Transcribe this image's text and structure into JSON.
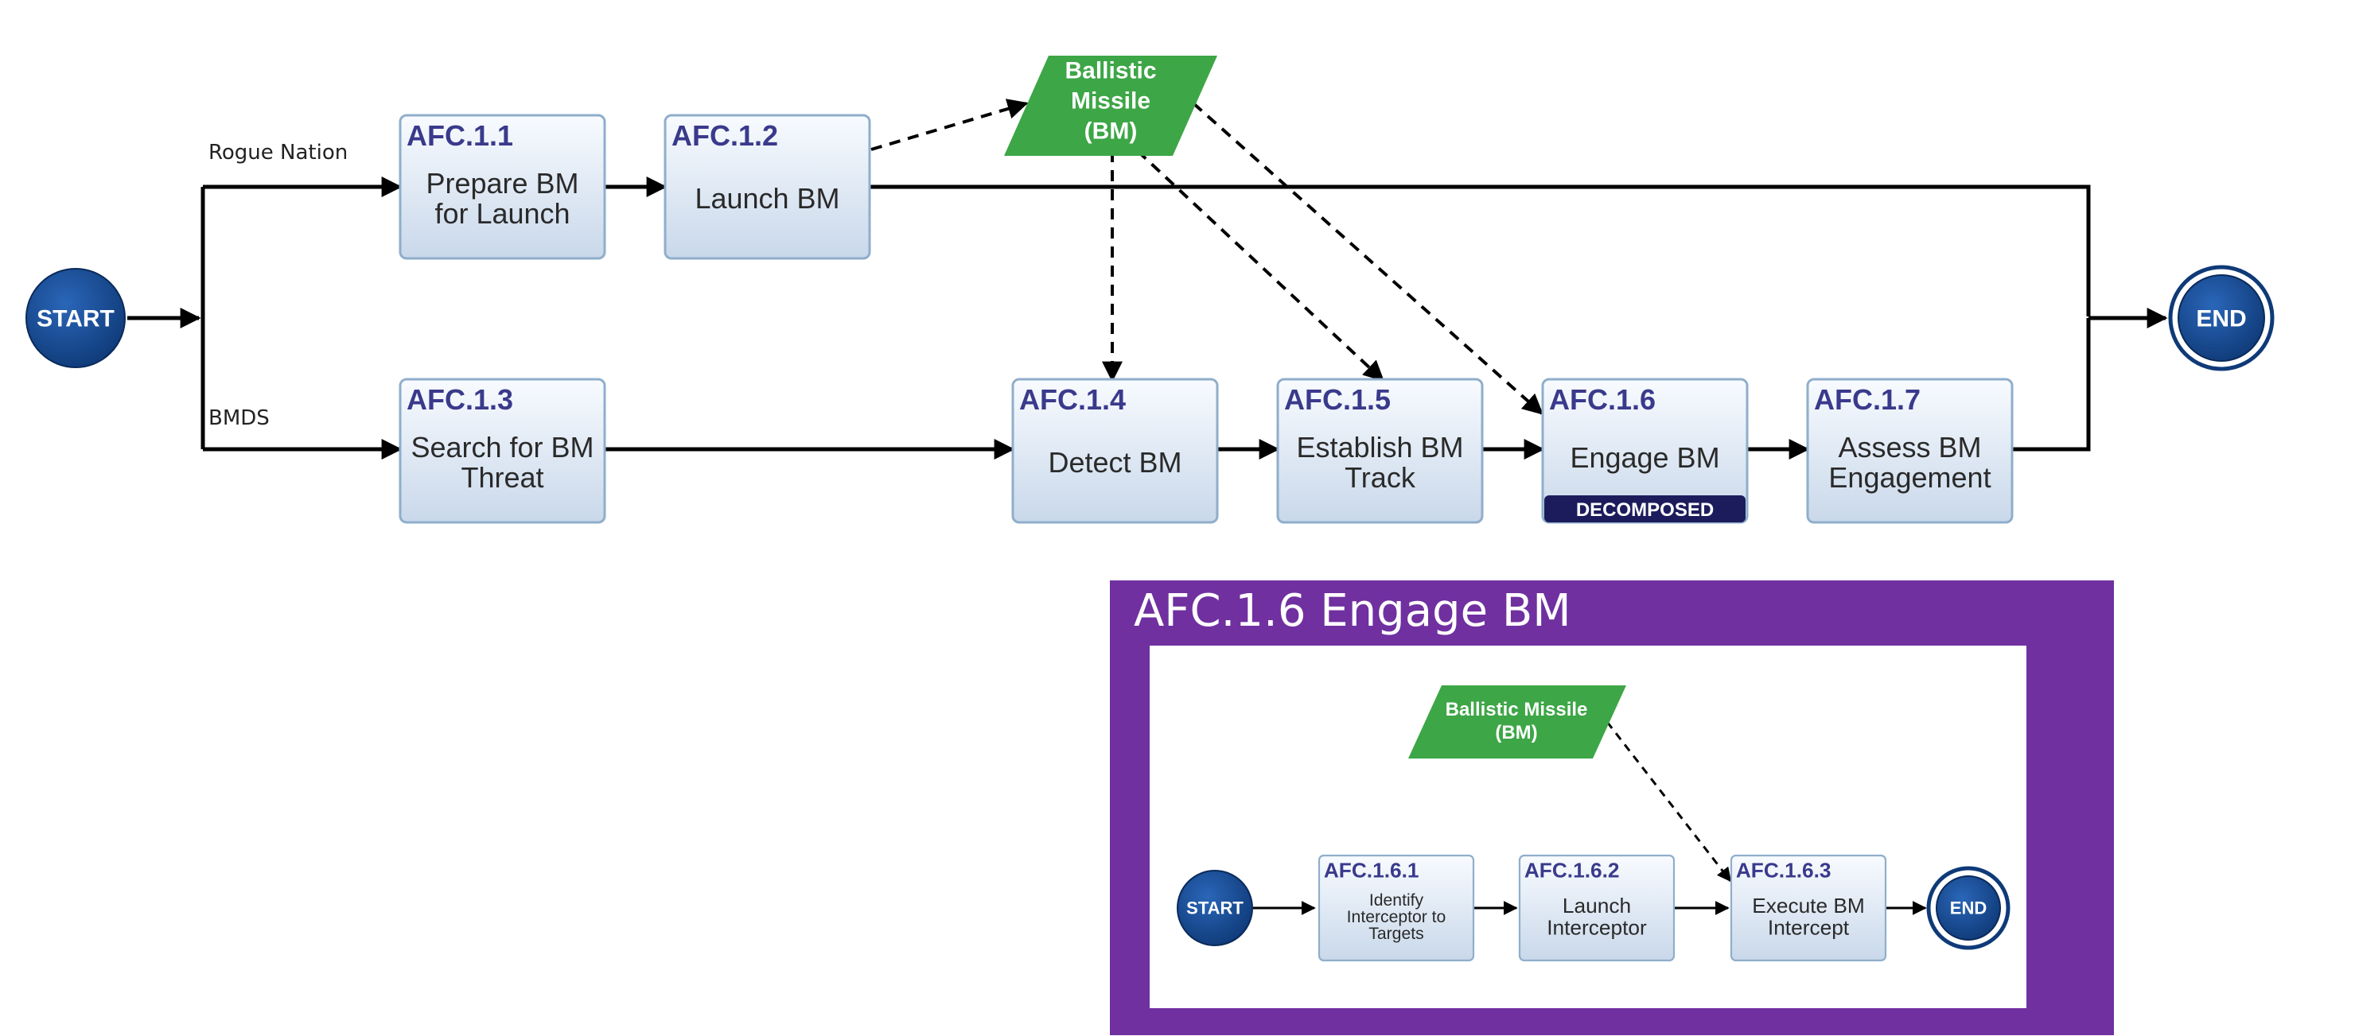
{
  "colors": {
    "terminal": "#0f3a78",
    "function_fill_top": "#f8fbff",
    "function_fill_bottom": "#c9d8ea",
    "function_border": "#8faecb",
    "item": "#3da646",
    "decomposed_badge": "#1c1c5c",
    "subpanel": "#7030a0"
  },
  "main": {
    "start": "START",
    "end": "END",
    "lanes": [
      "Rogue Nation",
      "BMDS"
    ],
    "item": {
      "lines": [
        "Ballistic",
        "Missile",
        "(BM)"
      ]
    },
    "functions": [
      {
        "id": "AFC.1.1",
        "lines": [
          "Prepare BM",
          "for Launch"
        ]
      },
      {
        "id": "AFC.1.2",
        "lines": [
          "Launch BM"
        ]
      },
      {
        "id": "AFC.1.3",
        "lines": [
          "Search for BM",
          "Threat"
        ]
      },
      {
        "id": "AFC.1.4",
        "lines": [
          "Detect BM"
        ]
      },
      {
        "id": "AFC.1.5",
        "lines": [
          "Establish BM",
          "Track"
        ]
      },
      {
        "id": "AFC.1.6",
        "lines": [
          "Engage BM"
        ],
        "badge": "DECOMPOSED"
      },
      {
        "id": "AFC.1.7",
        "lines": [
          "Assess BM",
          "Engagement"
        ]
      }
    ]
  },
  "sub": {
    "title": "AFC.1.6 Engage BM",
    "start": "START",
    "end": "END",
    "item": {
      "lines": [
        "Ballistic Missile",
        "(BM)"
      ]
    },
    "functions": [
      {
        "id": "AFC.1.6.1",
        "lines": [
          "Identify",
          "Interceptor to",
          "Targets"
        ]
      },
      {
        "id": "AFC.1.6.2",
        "lines": [
          "Launch",
          "Interceptor"
        ]
      },
      {
        "id": "AFC.1.6.3",
        "lines": [
          "Execute BM",
          "Intercept"
        ]
      }
    ]
  }
}
